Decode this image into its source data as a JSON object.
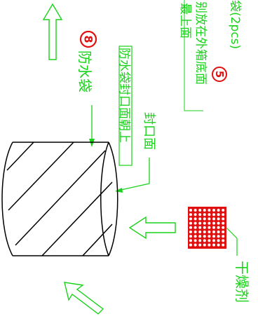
{
  "colors": {
    "green": "#19d219",
    "red": "#e01010",
    "black": "#000000"
  },
  "labels": {
    "top_partial_a": "袋(2pcs)",
    "top_partial_b": "别放在外箱底面",
    "top_partial_c": "最上面",
    "number_5": "5",
    "number_8": "8",
    "waterproof_bag": "防水袋",
    "boxed_note": "防水袋封口面朝上",
    "seal_face": "封口面",
    "desiccant": "干燥剂"
  }
}
